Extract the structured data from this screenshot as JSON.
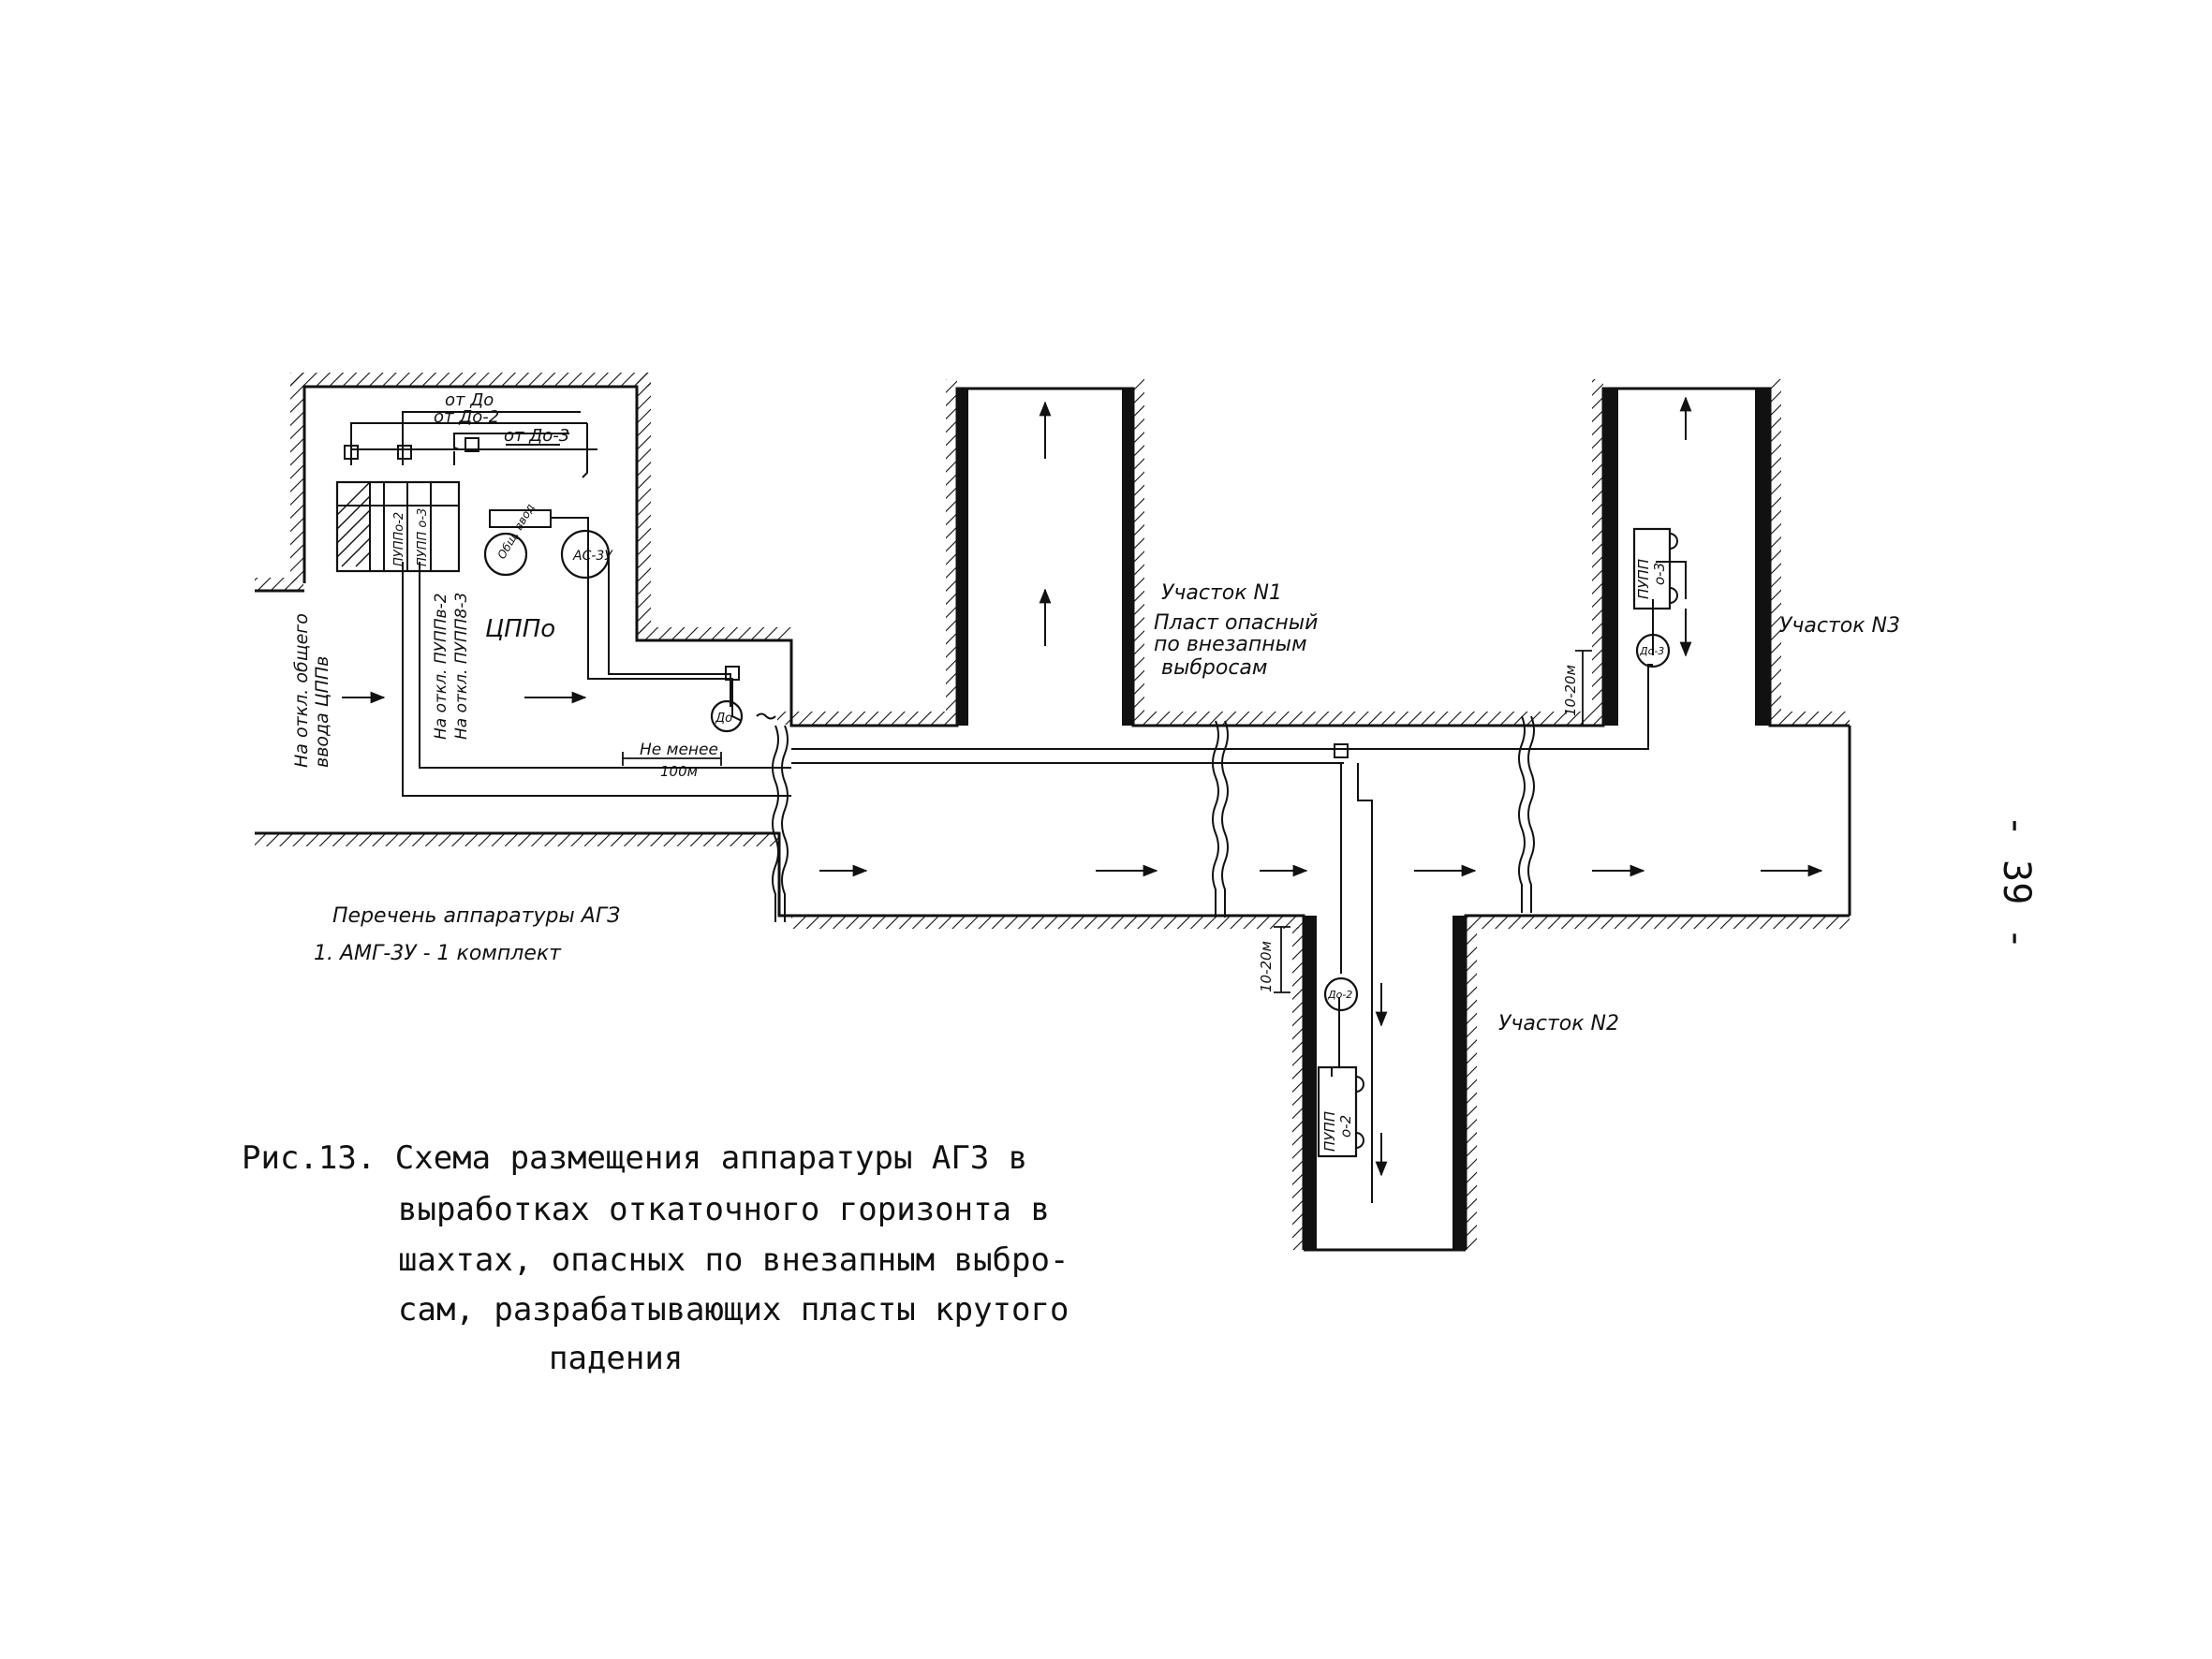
{
  "labels": {
    "from_do": "от  До",
    "from_do2": "от  До-2",
    "from_do3": "от  До-3",
    "cppo": "ЦППо",
    "pupp_o2_vertical": "ПУППо-2",
    "pupp_o3_vertical": "ПУПП о-3",
    "as3u": "АС-3У",
    "obsh_vvod": "Общ. ввод",
    "do": "До",
    "ne_menee": "Не менее",
    "dist_100": "100м",
    "na_otkl_obsh": "На откл. общего",
    "vvoda_cppv": "ввода ЦППв",
    "na_otkl_pupp2": "На откл. ПУППв-2",
    "na_otkl_pupp3": "На откл. ПУПП8-3",
    "uchastok1": "Участок  N1",
    "plast_line1": "Пласт опасный",
    "plast_line2": "по внезапным",
    "plast_line3": "выбросам",
    "uchastok2": "Участок  N2",
    "uchastok3": "Участок  N3",
    "dist_10_20": "10-20м",
    "do2": "До-2",
    "do3": "До-3",
    "pupp": "ПУПП",
    "o2": "о-2",
    "o3": "о-3"
  },
  "equipment_list": {
    "title": "Перечень аппаратуры  АГЗ",
    "item1": "1.  АМГ-3У - 1 комплект"
  },
  "caption": {
    "line1": "Рис.13.  Схема размещения аппаратуры АГЗ в",
    "line2": "выработках откаточного горизонта в",
    "line3": "шахтах, опасных по внезапным выбро-",
    "line4": "сам, разрабатывающих пласты крутого",
    "line5": "падения"
  },
  "page_number": "- 39 -"
}
